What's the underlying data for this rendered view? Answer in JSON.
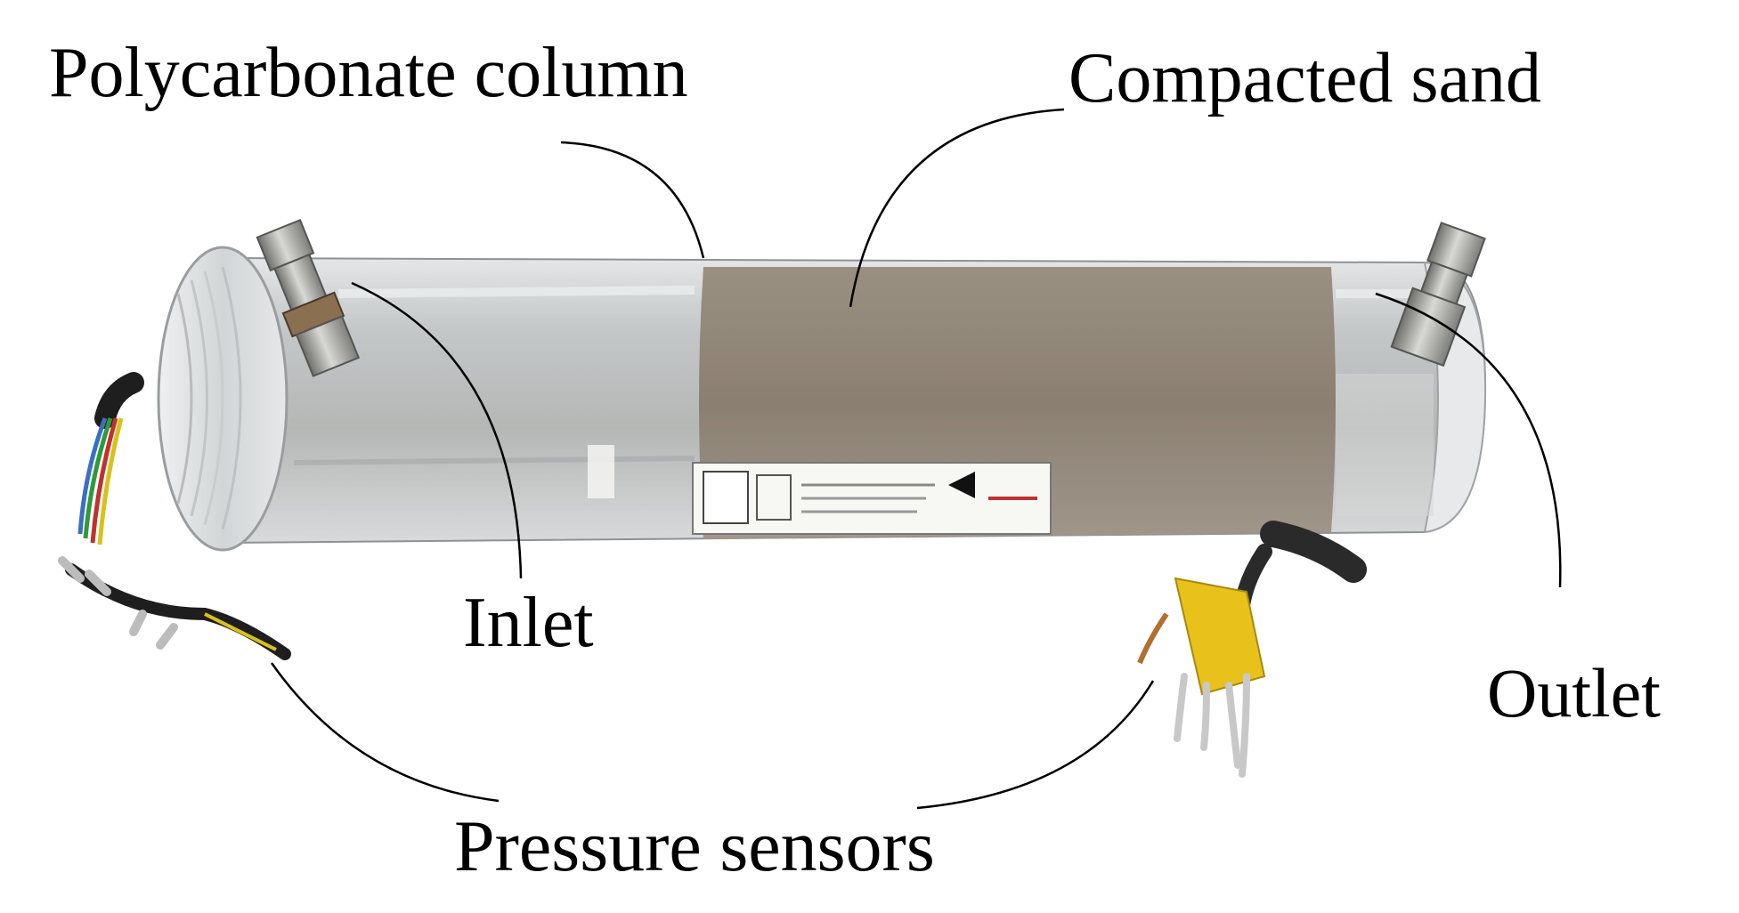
{
  "labels": {
    "polycarbonate_column": "Polycarbonate column",
    "compacted_sand": "Compacted sand",
    "inlet": "Inlet",
    "outlet": "Outlet",
    "pressure_sensors": "Pressure sensors"
  },
  "colors": {
    "background": "#ffffff",
    "leader_line": "#000000",
    "sand": "#8c8275",
    "tube_clear": "#c9ccce",
    "fitting_metal": "#a8a8a4",
    "sensor_tape": "#e8c21a",
    "cable_black": "#1e1e1e"
  }
}
